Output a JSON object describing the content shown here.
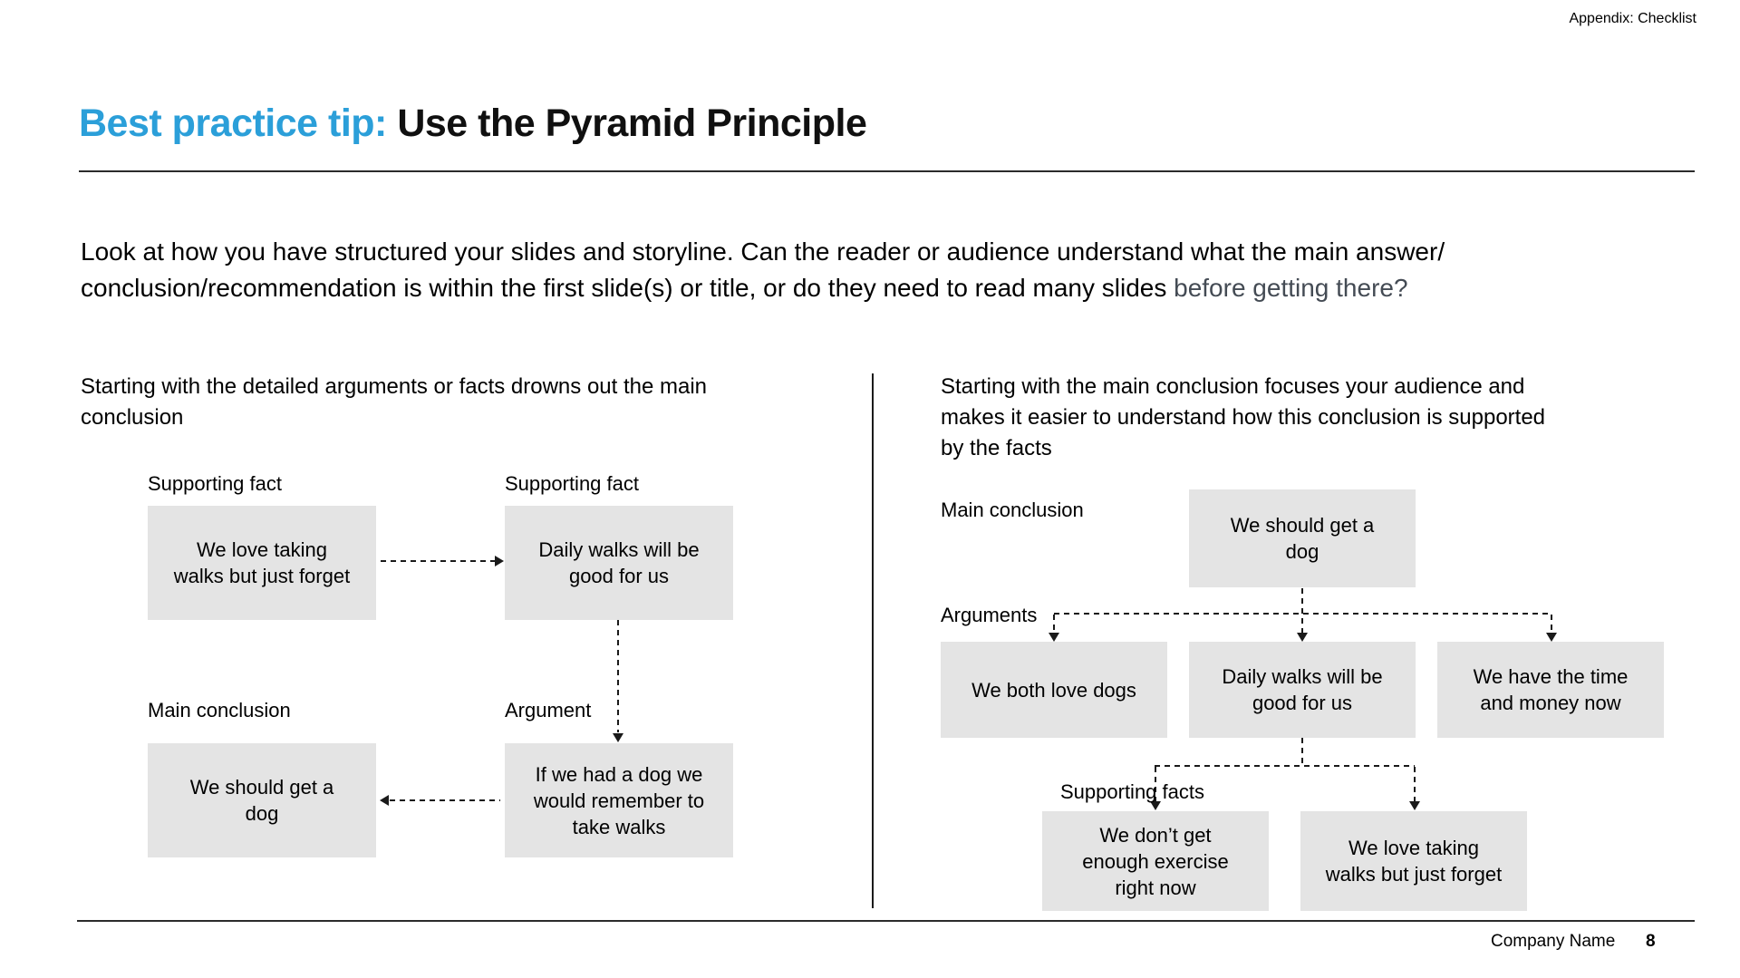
{
  "appendix_label": "Appendix: Checklist",
  "title": {
    "highlight": "Best practice tip: ",
    "rest": "Use the Pyramid Principle"
  },
  "intro": {
    "line1": "Look at how you have structured your slides and storyline. Can the reader or audience understand what the main answer/",
    "line2": "conclusion/recommendation is within the first slide(s) or title, or do they need to read many slides ",
    "line2_muted": "before getting there?"
  },
  "left_panel": {
    "heading": [
      "Starting with the detailed arguments or facts drowns out the main",
      "conclusion"
    ],
    "labels": {
      "supporting_fact_1": "Supporting fact",
      "supporting_fact_2": "Supporting fact",
      "main_conclusion": "Main conclusion",
      "argument": "Argument"
    },
    "boxes": {
      "fact1": [
        "We love taking",
        "walks but just forget"
      ],
      "fact2": [
        "Daily walks will be",
        "good for us"
      ],
      "conclusion": [
        "We should get a",
        "dog"
      ],
      "argument": [
        "If we had a dog we",
        "would remember to",
        "take walks"
      ]
    }
  },
  "right_panel": {
    "heading": [
      "Starting with the main conclusion focuses your audience and",
      "makes it easier to understand how this conclusion is supported",
      "by the facts"
    ],
    "labels": {
      "main_conclusion": "Main conclusion",
      "arguments": "Arguments",
      "supporting_facts": "Supporting facts"
    },
    "boxes": {
      "conclusion": [
        "We should get a",
        "dog"
      ],
      "argument1": [
        "We both love dogs"
      ],
      "argument2": [
        "Daily walks will be",
        "good for us"
      ],
      "argument3": [
        "We have the time",
        "and money now"
      ],
      "fact1": [
        "We don’t get",
        "enough exercise",
        "right now"
      ],
      "fact2": [
        "We love taking",
        "walks but just forget"
      ]
    }
  },
  "footer": {
    "company": "Company Name",
    "page": "8"
  },
  "colors": {
    "accent_blue": "#2b9fd9",
    "box_gray": "#e4e4e4",
    "muted_text": "#444b54",
    "line": "#1a1a1a"
  }
}
